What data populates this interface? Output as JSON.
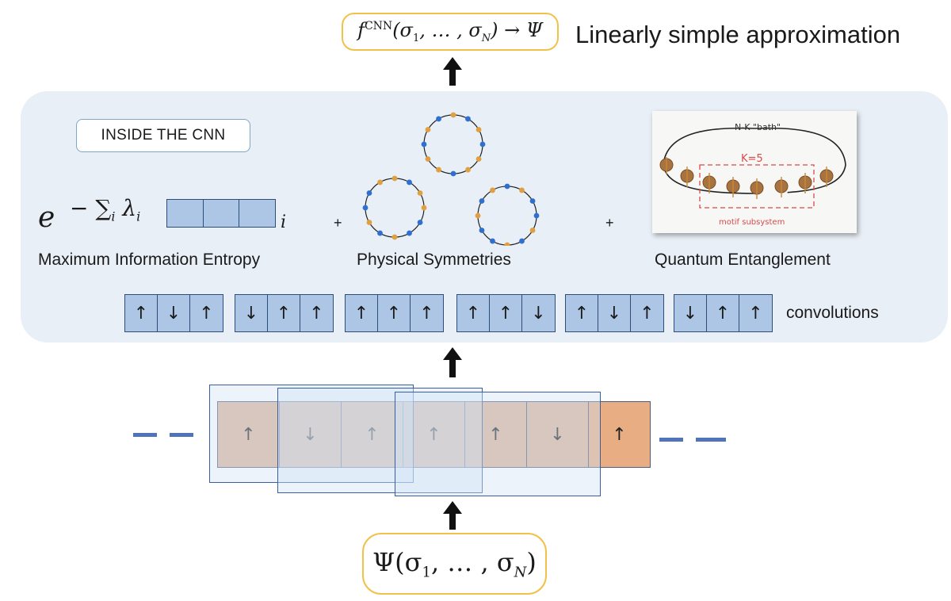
{
  "top": {
    "output_formula": "f^CNN(σ1, …, σN) → Ψ",
    "output_f": "f",
    "output_sup": "CNN",
    "output_args": "(σ",
    "output_sub1": "1",
    "output_mid": ", … , σ",
    "output_subN": "N",
    "output_tail": ") → Ψ",
    "approx_label": "Linearly simple approximation"
  },
  "panel": {
    "label": "INSIDE THE CNN",
    "entropy": {
      "base": "e",
      "exponent": "− ∑",
      "sub_i": "i",
      "lambda": "λ",
      "lambda_sub": "i",
      "trailing_index": "i",
      "caption": "Maximum Information Entropy"
    },
    "symmetries_caption": "Physical Symmetries",
    "entanglement": {
      "caption": "Quantum Entanglement",
      "bath_label": "N-K \"bath\"",
      "k_label": "K=5",
      "motif_label": "motif subsystem"
    },
    "plus_1": "+",
    "plus_2": "+",
    "convolutions_label": "convolutions",
    "conv_groups": [
      [
        "↑",
        "↓",
        "↑"
      ],
      [
        "↓",
        "↑",
        "↑"
      ],
      [
        "↑",
        "↑",
        "↑"
      ],
      [
        "↑",
        "↑",
        "↓"
      ],
      [
        "↑",
        "↓",
        "↑"
      ],
      [
        "↓",
        "↑",
        "↑"
      ]
    ]
  },
  "spin_chain": [
    "↑",
    "↓",
    "↑",
    "↑",
    "↑",
    "↓",
    "↑"
  ],
  "input": {
    "psi": "Ψ(σ",
    "sub1": "1",
    "mid": ", … , σ",
    "subN": "N",
    "tail": ")"
  },
  "colors": {
    "accent_outline": "#f0c24a",
    "panel_bg": "#e9eff6",
    "conv_cell": "#adc6e6",
    "spin_cell": "#ddb497",
    "spin_cell_edge": "#e8ad82",
    "window_border": "#3a5fa0",
    "symmetry_orange": "#e0a040",
    "symmetry_blue": "#2f6fd0"
  }
}
